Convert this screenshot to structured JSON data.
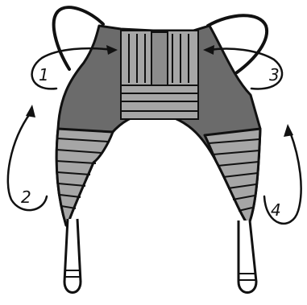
{
  "diagram": {
    "steps": [
      {
        "label": "1"
      },
      {
        "label": "2"
      },
      {
        "label": "3"
      },
      {
        "label": "4"
      }
    ]
  },
  "colors": {
    "outline": "#111111",
    "body_fill": "#6b6b6b",
    "panel_fill": "#a6a6a6",
    "strap_fill": "#ffffff",
    "background": "#ffffff"
  }
}
